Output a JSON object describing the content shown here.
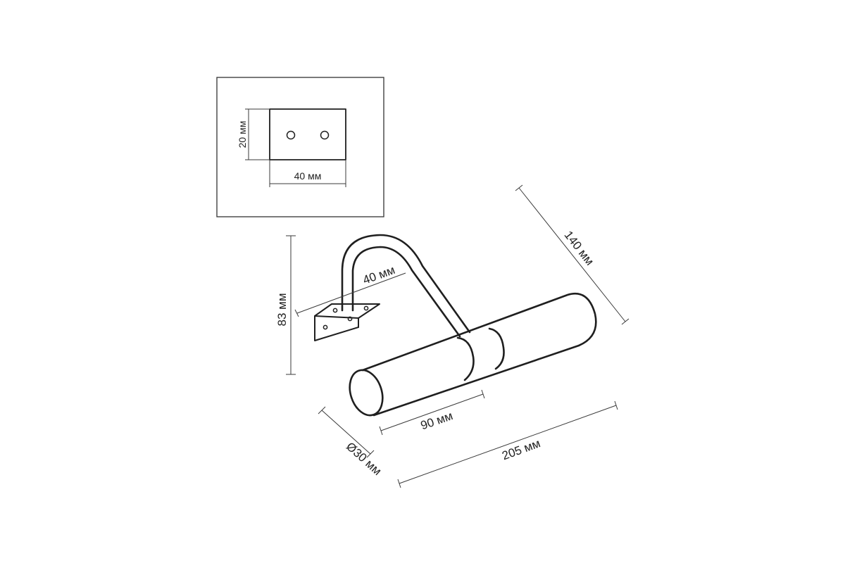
{
  "detail": {
    "height_label": "20 мм",
    "width_label": "40 мм"
  },
  "dimensions": {
    "height": "83 мм",
    "arm_offset": "40 мм",
    "depth": "140 мм",
    "shade_length": "90 мм",
    "diameter": "Ø30 мм",
    "total_length": "205 мм"
  }
}
